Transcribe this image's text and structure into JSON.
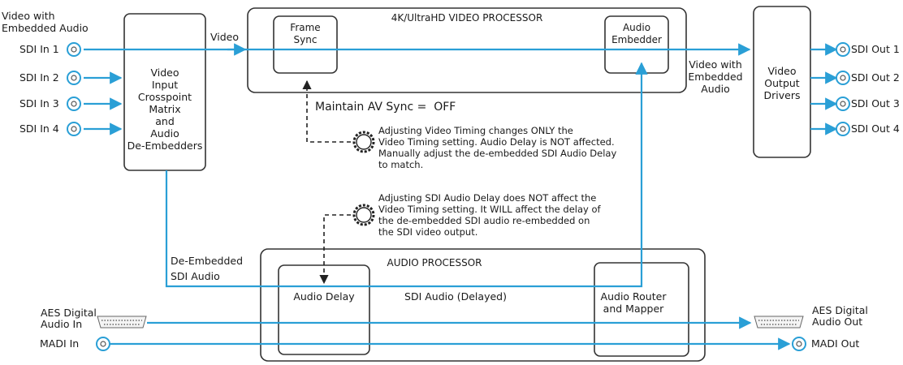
{
  "input_header": [
    "Video with",
    "Embedded Audio"
  ],
  "sdi_inputs": [
    "SDI In 1",
    "SDI In 2",
    "SDI In 3",
    "SDI In 4"
  ],
  "sdi_outputs": [
    "SDI Out 1",
    "SDI Out 2",
    "SDI Out 3",
    "SDI Out 4"
  ],
  "crosspoint_block": [
    "Video",
    "Input",
    "Crosspoint",
    "Matrix",
    "and",
    "Audio",
    "De-Embedders"
  ],
  "video_label": "Video",
  "video_processor": {
    "title": "4K/UltraHD VIDEO PROCESSOR",
    "frame_sync": [
      "Frame",
      "Sync"
    ],
    "audio_embedder": [
      "Audio",
      "Embedder"
    ]
  },
  "video_with_audio_label": [
    "Video with",
    "Embedded",
    "Audio"
  ],
  "output_drivers": [
    "Video",
    "Output",
    "Drivers"
  ],
  "maintain_av_sync": "Maintain AV Sync =  OFF",
  "note_video_timing": [
    "Adjusting Video Timing changes ONLY the",
    "Video Timing setting. Audio Delay is NOT affected.",
    "Manually adjust the de-embedded SDI Audio Delay",
    "to match."
  ],
  "note_audio_delay": [
    "Adjusting SDI Audio Delay does NOT affect the",
    "Video Timing setting. It WILL affect the delay of",
    "the de-embedded SDI audio re-embedded on",
    "the SDI video output."
  ],
  "deembedded_label": [
    "De-Embedded",
    "SDI Audio"
  ],
  "audio_processor": {
    "title": "AUDIO PROCESSOR",
    "audio_delay": "Audio Delay",
    "sdi_audio_delayed": "SDI Audio (Delayed)",
    "router_mapper": [
      "Audio Router",
      "and Mapper"
    ]
  },
  "aes_in": [
    "AES Digital",
    "Audio In"
  ],
  "aes_out": [
    "AES Digital",
    "Audio Out"
  ],
  "madi_in": "MADI In",
  "madi_out": "MADI Out",
  "colors": {
    "signal": "#2a9fd6",
    "box": "#333333",
    "text": "#1a1a1a",
    "dashed": "#333333"
  }
}
